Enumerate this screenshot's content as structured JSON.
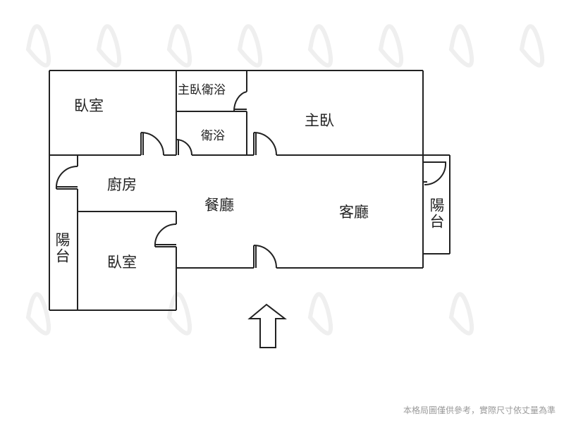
{
  "rooms": {
    "bedroom_nw": "臥室",
    "master_bath": "主臥衛浴",
    "bathroom": "衛浴",
    "master_bedroom": "主臥",
    "kitchen": "廚房",
    "dining": "餐廳",
    "living": "客廳",
    "balcony_east": "陽台",
    "balcony_west": "陽台",
    "bedroom_sw": "臥室"
  },
  "entrance_icon": "up-arrow-icon",
  "disclaimer": "本格局圖僅供參考，實際尺寸依丈量為準",
  "colors": {
    "wall": "#222222",
    "watermark": "#f0f0f0",
    "text": "#222222"
  }
}
